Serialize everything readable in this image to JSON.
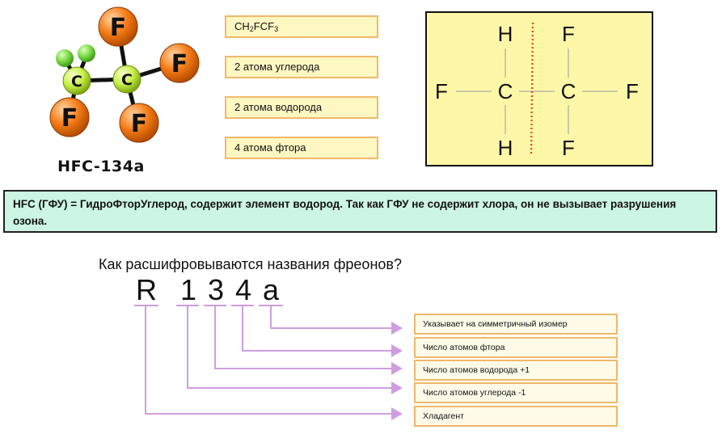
{
  "molecule": {
    "caption": "HFC-134a",
    "carbon_symbol": "C",
    "fluorine_symbol": "F",
    "colors": {
      "fluorine": "#f57c17",
      "carbon": "#c8f04a",
      "hydrogen": "#7dd845",
      "bond": "#111111"
    }
  },
  "info_boxes": [
    {
      "formula_parts": [
        "CH",
        "2",
        "FCF",
        "3"
      ]
    },
    {
      "text": "2 атома углерода"
    },
    {
      "text": "2 атома водорода"
    },
    {
      "text": "4 атома фтора"
    }
  ],
  "structure": {
    "row_top": [
      "H",
      "F"
    ],
    "row_mid": [
      "F",
      "C",
      "C",
      "F"
    ],
    "row_bot": [
      "H",
      "F"
    ],
    "divider_color": "#e8401c"
  },
  "banner": {
    "text": "HFC (ГФУ) = ГидроФторУглерод, содержит элемент водород. Так как ГФУ не содержит хлора, он не вызывает разрушения озона."
  },
  "decode": {
    "title": "Как расшифровываются названия фреонов?",
    "code": [
      "R",
      "1",
      "3",
      "4",
      "a"
    ],
    "line_color": "#cf9ee0",
    "legend": [
      "Указывает на симметричный изомер",
      "Число атомов фтора",
      "Число атомов водорода +1",
      "Число атомов углерода -1",
      "Хладагент"
    ]
  }
}
